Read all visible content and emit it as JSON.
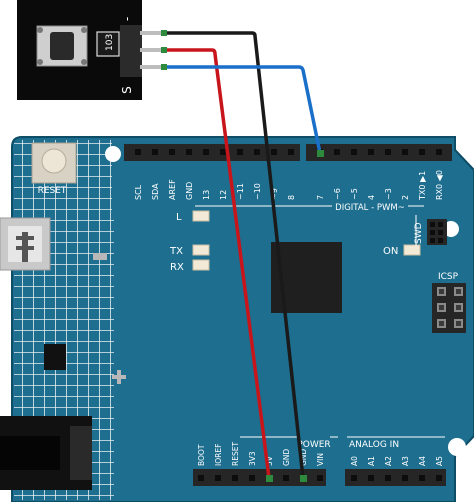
{
  "button_module": {
    "resistor_label": "103",
    "pin_minus": "-",
    "pin_signal": "S"
  },
  "board": {
    "reset_label": "RESET",
    "led_labels": {
      "l": "L",
      "tx": "TX",
      "rx": "RX",
      "on": "ON"
    },
    "top_header_labels": [
      "SCL",
      "SDA",
      "AREF",
      "GND",
      "13",
      "12",
      "~11",
      "~10",
      "~9",
      "8",
      "7",
      "~6",
      "~5",
      "4",
      "~3",
      "2",
      "TX0 ▶1",
      "RX0 ◀0"
    ],
    "digital_label": "DIGITAL - PWM~",
    "swd_label": "SWD",
    "icsp_label": "ICSP",
    "power_pin_labels": [
      "BOOT",
      "IOREF",
      "RESET",
      "3V3",
      "5V",
      "GND",
      "GND",
      "VIN"
    ],
    "power_label": "POWER",
    "analog_pin_labels": [
      "A0",
      "A1",
      "A2",
      "A3",
      "A4",
      "A5"
    ],
    "analog_label": "ANALOG IN"
  },
  "wires": [
    {
      "name": "black-wire",
      "from": "-",
      "to": "GND",
      "color": "#1a1a1a"
    },
    {
      "name": "red-wire",
      "from": "middle pin",
      "to": "5V",
      "color": "#c8151b"
    },
    {
      "name": "blue-wire",
      "from": "S",
      "to": "7",
      "color": "#1a6fc9"
    }
  ],
  "colors": {
    "board": "#1d6e8f",
    "board_edge": "#0d4d66",
    "module": "#0a0a0a",
    "header": "#262626",
    "chip": "#1a1a1a",
    "led": "#f2ead6"
  }
}
